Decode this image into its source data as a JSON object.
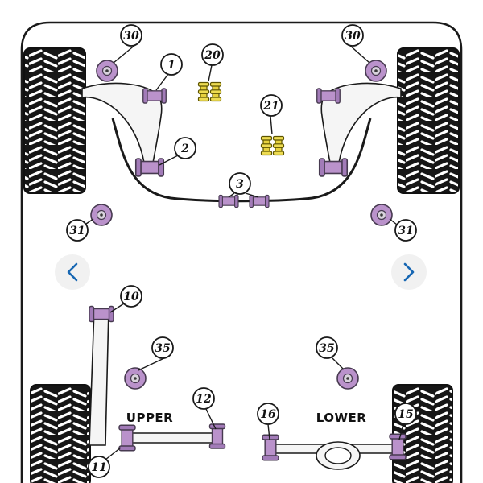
{
  "diagram": {
    "type": "vehicle-suspension-bushing-diagram",
    "callouts": [
      {
        "id": "30-front-left",
        "label": "30"
      },
      {
        "id": "1-front-left",
        "label": "1"
      },
      {
        "id": "20",
        "label": "20"
      },
      {
        "id": "21",
        "label": "21"
      },
      {
        "id": "2-front-left",
        "label": "2"
      },
      {
        "id": "3-anti-roll-bar",
        "label": "3"
      },
      {
        "id": "30-front-right",
        "label": "30"
      },
      {
        "id": "31-left",
        "label": "31"
      },
      {
        "id": "31-right",
        "label": "31"
      },
      {
        "id": "10",
        "label": "10"
      },
      {
        "id": "35-left",
        "label": "35"
      },
      {
        "id": "35-right",
        "label": "35"
      },
      {
        "id": "12",
        "label": "12"
      },
      {
        "id": "16",
        "label": "16"
      },
      {
        "id": "15",
        "label": "15"
      },
      {
        "id": "11",
        "label": "11"
      }
    ],
    "labels": {
      "upper": "UPPER",
      "lower": "LOWER"
    },
    "colors": {
      "bushing_purple": "#ba92cb",
      "bushing_purple_dark": "#a27bb8",
      "bushing_yellow": "#e6d13e",
      "tire_black": "#161616",
      "arm_gray": "#f5f5f5",
      "arrow_blue": "#1767b3",
      "nav_circle_gray": "#f1f1f1"
    }
  },
  "carousel": {
    "prev_icon": "chevron-left",
    "next_icon": "chevron-right"
  }
}
